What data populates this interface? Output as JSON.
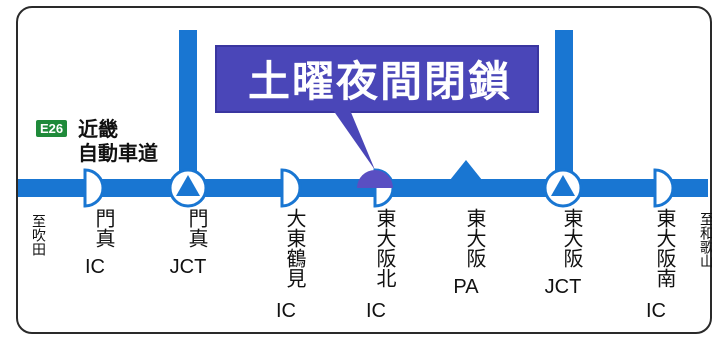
{
  "route": {
    "badge": "E26",
    "name_line1": "近畿",
    "name_line2": "自動車道"
  },
  "callout": {
    "text": "土曜夜間閉鎖"
  },
  "directions": {
    "left": "至吹田",
    "right": "至和歌山"
  },
  "stations": [
    {
      "main": "門真",
      "suffix": "IC",
      "symbol": "half-circle-ic"
    },
    {
      "main": "門真",
      "suffix": "JCT",
      "symbol": "triangle-jct"
    },
    {
      "main": "大東鶴見",
      "suffix": "IC",
      "symbol": "half-circle-ic"
    },
    {
      "main": "東大阪北",
      "suffix": "IC",
      "symbol": "half-circle-ic-partial-closed"
    },
    {
      "main": "東大阪",
      "suffix": "PA",
      "symbol": "triangle-pa"
    },
    {
      "main": "東大阪",
      "suffix": "JCT",
      "symbol": "triangle-jct"
    },
    {
      "main": "東大阪南",
      "suffix": "IC",
      "symbol": "half-circle-ic"
    }
  ],
  "colors": {
    "road": "#1976d2",
    "callout_bg": "#4a46b8",
    "closed_segment": "#5a4fc2",
    "badge": "#1f8a3a"
  }
}
